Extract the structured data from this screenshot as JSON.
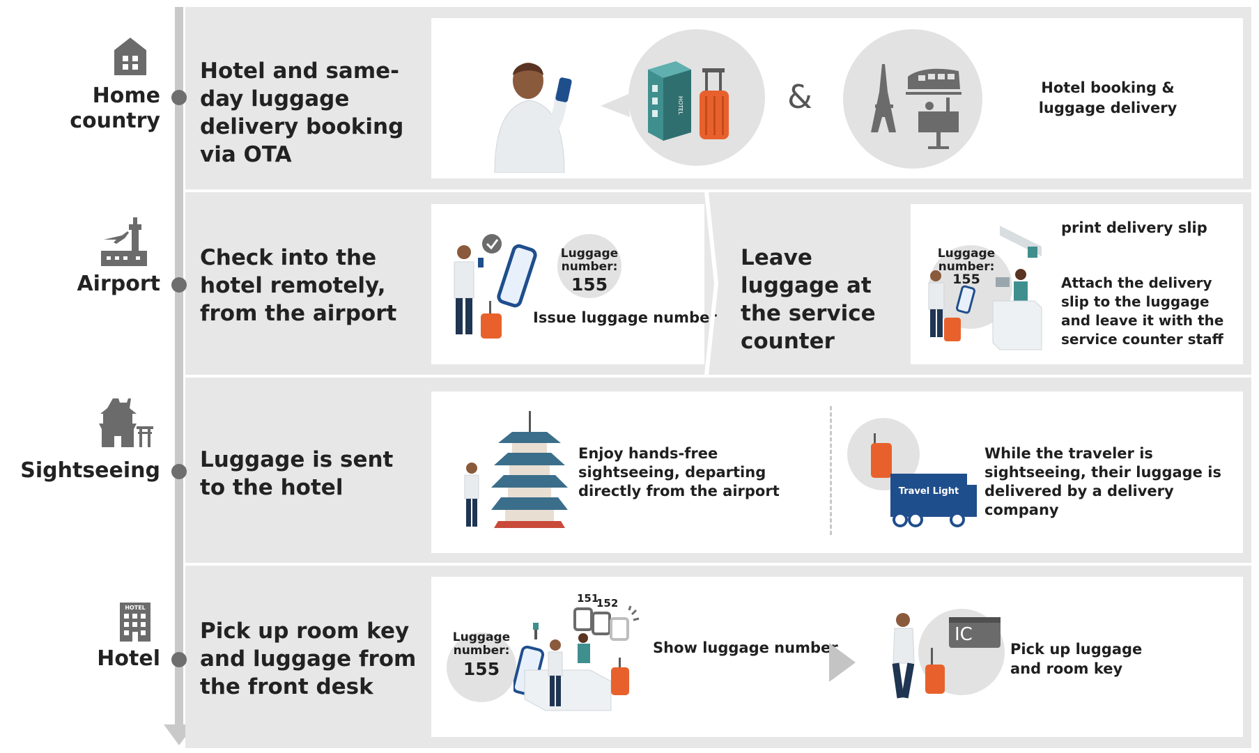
{
  "stages": [
    {
      "label": "Home country",
      "icon": "house-icon"
    },
    {
      "label": "Airport",
      "icon": "airport-icon"
    },
    {
      "label": "Sightseeing",
      "icon": "castle-icon"
    },
    {
      "label": "Hotel",
      "icon": "hotel-icon"
    }
  ],
  "home": {
    "title": "Hotel and same-day luggage delivery booking via OTA",
    "ampersand": "&",
    "caption": "Hotel booking & luggage delivery",
    "hotel_sign": "HOTEL"
  },
  "airport": {
    "title": "Check into the hotel remotely, from the airport",
    "luggage_label": "Luggage number:",
    "luggage_number": "155",
    "issue_caption": "Issue luggage number",
    "counter_title": "Leave luggage at the service counter",
    "counter_luggage_label": "Luggage number:",
    "counter_luggage_number": "155",
    "print_caption": "print delivery slip",
    "attach_caption": "Attach the delivery slip to the luggage and leave it with the service counter staff"
  },
  "sightseeing": {
    "title": "Luggage is sent to the hotel",
    "enjoy_caption": "Enjoy hands-free sightseeing, departing directly from the airport",
    "truck_label": "Travel Light",
    "delivery_caption": "While the traveler is sightseeing, their luggage is delivered by a delivery company"
  },
  "hotel": {
    "title": "Pick up room key and luggage from the front desk",
    "luggage_label": "Luggage number:",
    "luggage_number": "155",
    "tag_151": "151",
    "tag_152": "152",
    "show_caption": "Show luggage number",
    "card_label": "IC",
    "pickup_caption": "Pick up luggage and room key",
    "hotel_sign": "HOTEL"
  },
  "colors": {
    "band": "#e7e7e7",
    "timeline": "#c9c9c9",
    "icon_gray": "#6b6b6b",
    "suitcase": "#e8612c",
    "navy": "#1f4e8c",
    "teal": "#3f8f8f"
  }
}
